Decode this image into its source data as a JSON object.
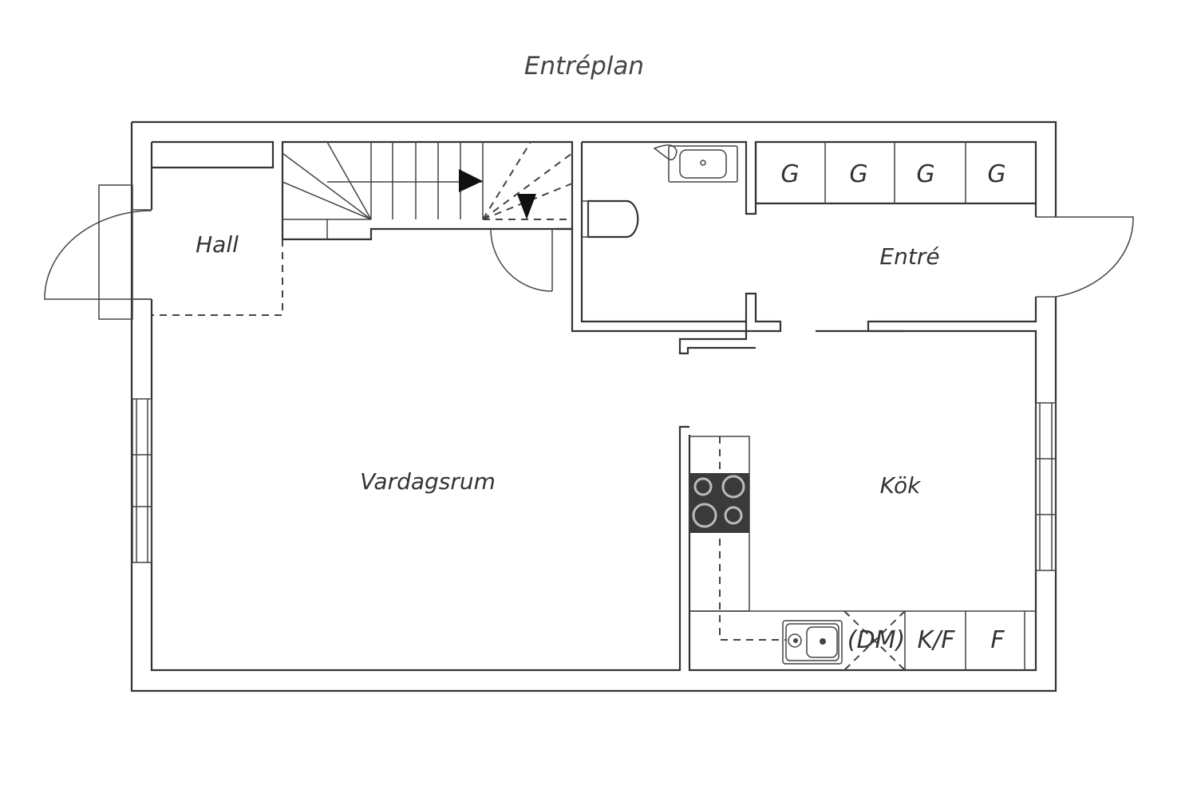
{
  "title": "Entréplan",
  "rooms": {
    "hall": "Hall",
    "entre": "Entré",
    "vardagsrum": "Vardagsrum",
    "kok": "Kök"
  },
  "wardrobes": [
    "G",
    "G",
    "G",
    "G"
  ],
  "appliances": {
    "dishwasher": "(DM)",
    "fridge_freezer": "K/F",
    "freezer": "F"
  },
  "colors": {
    "line": "#333333",
    "stove": "#3a3a3a",
    "background": "#ffffff"
  }
}
